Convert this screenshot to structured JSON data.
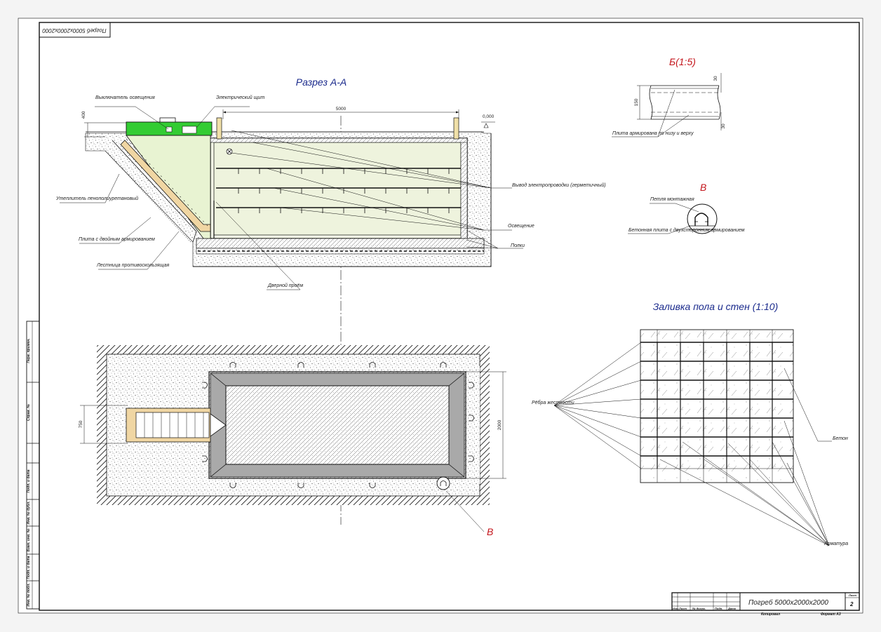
{
  "drawing": {
    "stamp_top": "Погреб 5000х2000х2000",
    "title_section": "Разрез А-А",
    "title_detail_b": "Б(1:5)",
    "title_detail_v": "В",
    "title_floor": "Заливка пола и стен (1:10)",
    "marker_v": "В",
    "dims": {
      "length": "5000",
      "height": "400",
      "width": "2000",
      "door": "750",
      "level": "0,000",
      "b_150": "150",
      "b_30a": "30",
      "b_30b": "30"
    },
    "section_labels": {
      "switch": "Выключатель освещения",
      "panel": "Электрический щит",
      "insulation": "Утеплитель пенополиуретановый",
      "slab": "Плита с двойным армированием",
      "ladder": "Лестница противоскользящая",
      "door": "Дверной проём",
      "wiring": "Вывод электропроводки (герметичный)",
      "lighting": "Освещение",
      "shelves": "Полки"
    },
    "detail_b_labels": {
      "slab": "Плита армирована по низу и верху"
    },
    "detail_v_labels": {
      "loop": "Петля монтажная",
      "plate": "Бетонная плита с двухсторонним армированием"
    },
    "floor_labels": {
      "ribs": "Рёбра жесткости",
      "concrete": "Бетон",
      "rebar": "Арматура"
    },
    "titleblock": {
      "name": "Погреб 5000х2000х2000",
      "sheet_label": "Лист",
      "sheet_no": "2",
      "copied": "Копировал",
      "format": "Формат А3",
      "cols": [
        "Изм.",
        "Лист",
        "№ докум.",
        "Подп.",
        "Дата"
      ]
    },
    "side_stamps": [
      "Перв. примен.",
      "Справ. №",
      "Подп. и дата",
      "Инв. № дубл.",
      "Взам. инв. №",
      "Подп. и дата",
      "Инв. № подл."
    ],
    "colors": {
      "title_blue": "#1a2a8c",
      "red": "#c4161c",
      "green": "#33cc33",
      "fill_green": "#e8f3d2"
    }
  }
}
